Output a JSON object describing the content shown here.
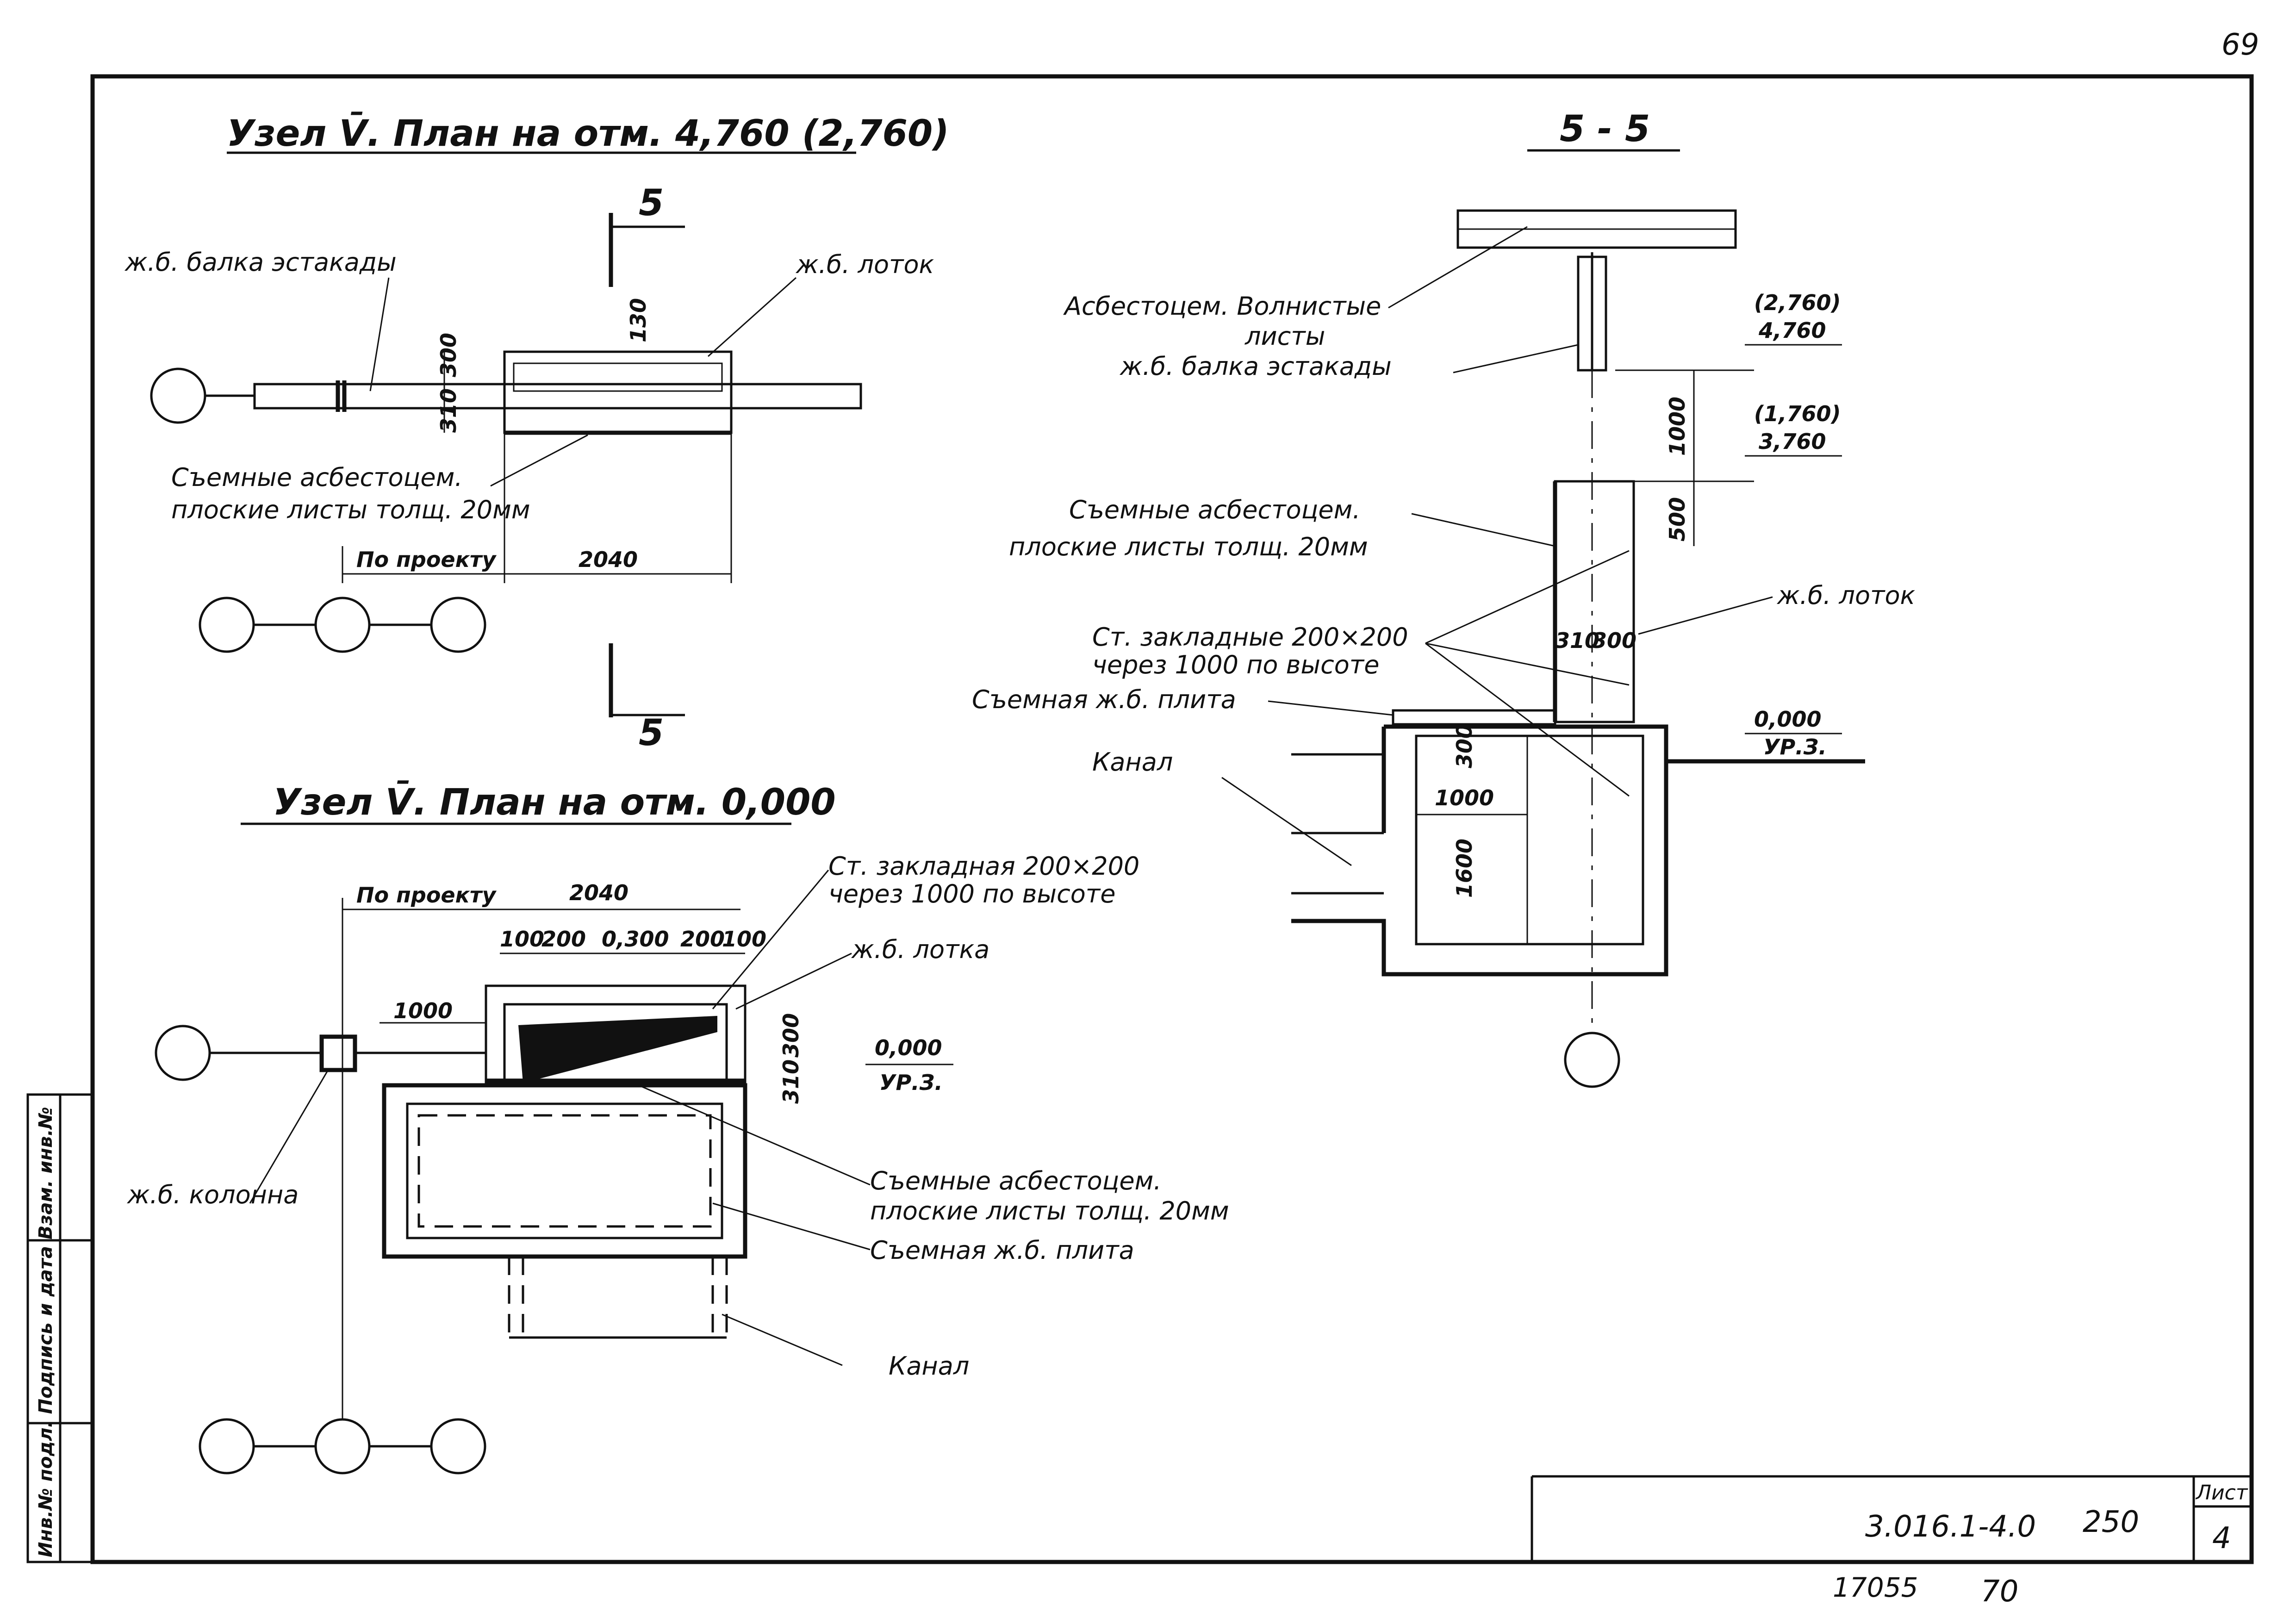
{
  "page_number": "69",
  "titles": {
    "plan_top": "Узел V̄. План на отм. 4,760 (2,760)",
    "section": "5 - 5",
    "plan_bottom": "Узел V̄. План на отм. 0,000"
  },
  "plan_top": {
    "section_mark": "5",
    "label_beam": "ж.б. балка эстакады",
    "label_tray": "ж.б. лоток",
    "label_sheets_1": "Съемные асбестоцем.",
    "label_sheets_2": "плоские листы толщ. 20мм",
    "dim_by_project": "По проекту",
    "dim_2040": "2040",
    "dim_130": "130",
    "dim_300": "300",
    "dim_310": "310"
  },
  "section": {
    "label_wavy_1": "Асбестоцем. Волнистые",
    "label_wavy_2": "листы",
    "label_beam": "ж.б. балка эстакады",
    "level_1_top": "(2,760)",
    "level_1_bot": "4,760",
    "level_2_top": "(1,760)",
    "level_2_bot": "3,760",
    "level_0_top": "0,000",
    "level_0_bot": "УР.З.",
    "dim_1000_vert": "1000",
    "dim_500": "500",
    "label_sheets_1": "Съемные асбестоцем.",
    "label_sheets_2": "плоские листы толщ. 20мм",
    "label_tray": "ж.б. лоток",
    "label_embed_1": "Ст. закладные 200×200",
    "label_embed_2": "через 1000 по высоте",
    "label_slab": "Съемная ж.б. плита",
    "label_channel": "Канал",
    "dim_310": "310",
    "dim_300": "300",
    "dim_300_b": "300",
    "dim_1000": "1000",
    "dim_1600": "1600"
  },
  "plan_bottom": {
    "dim_by_project": "По проекту",
    "dim_2040": "2040",
    "label_embed_1": "Ст. закладная 200×200",
    "label_embed_2": "через 1000 по высоте",
    "dim_100": "100",
    "dim_200": "200",
    "dim_0300": "0,300",
    "dim_200_b": "200",
    "dim_100_b": "100",
    "label_tray": "ж.б. лотка",
    "dim_1000": "1000",
    "dim_300": "300",
    "dim_310": "310",
    "level_top": "0,000",
    "level_bot": "УР.З.",
    "label_column": "ж.б. колонна",
    "label_sheets_1": "Съемные асбестоцем.",
    "label_sheets_2": "плоские листы толщ. 20мм",
    "label_slab": "Съемная ж.б. плита",
    "label_channel": "Канал"
  },
  "side_strip": "Инв.№ подл. Подпись и дата Взам. инв.№",
  "stamp": {
    "code": "3.016.1-4.0",
    "number": "250",
    "sheet_label": "Лист",
    "sheet_number": "4"
  },
  "footer": {
    "inv": "17055",
    "page": "70"
  }
}
